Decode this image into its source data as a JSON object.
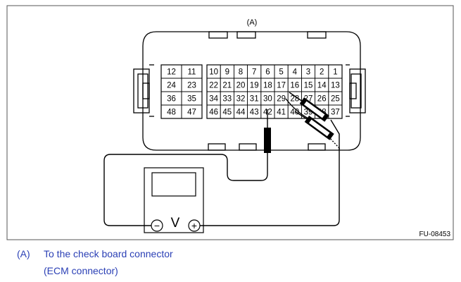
{
  "figure": {
    "callout_label": "(A)",
    "figure_code": "FU-08453",
    "meter_symbol": "V",
    "negative_symbol": "−",
    "positive_symbol": "+"
  },
  "connector": {
    "left_block": [
      "12",
      "11",
      "24",
      "23",
      "36",
      "35",
      "48",
      "47"
    ],
    "right_block": [
      "10",
      "9",
      "8",
      "7",
      "6",
      "5",
      "4",
      "3",
      "2",
      "1",
      "22",
      "21",
      "20",
      "19",
      "18",
      "17",
      "16",
      "15",
      "14",
      "13",
      "34",
      "33",
      "32",
      "31",
      "30",
      "29",
      "28",
      "27",
      "26",
      "25",
      "46",
      "45",
      "44",
      "43",
      "42",
      "41",
      "40",
      "39",
      "38",
      "37"
    ]
  },
  "caption": {
    "label": "(A)",
    "line1": "To the check board connector",
    "line2": "(ECM connector)"
  }
}
